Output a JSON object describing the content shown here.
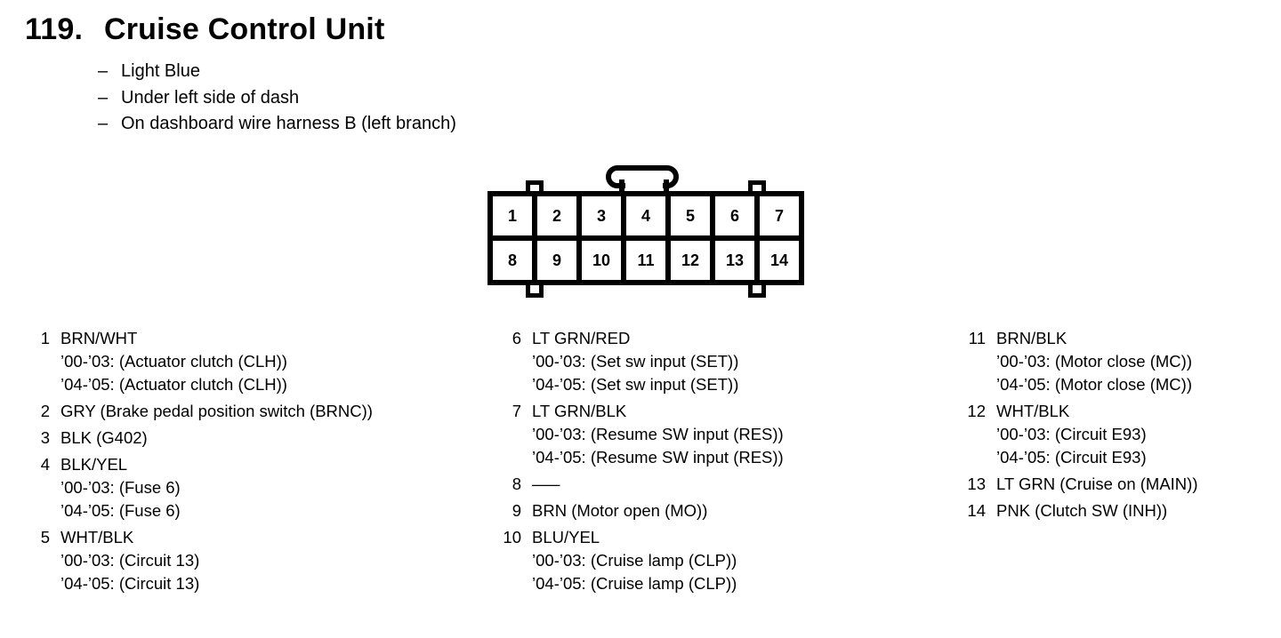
{
  "colors": {
    "ink": "#000000",
    "background": "#ffffff"
  },
  "header": {
    "number": "119.",
    "title": "Cruise Control Unit"
  },
  "note_dash": "–",
  "notes": [
    "Light Blue",
    "Under left side of dash",
    "On dashboard wire harness B (left branch)"
  ],
  "connector": {
    "rows": [
      [
        "1",
        "2",
        "3",
        "4",
        "5",
        "6",
        "7"
      ],
      [
        "8",
        "9",
        "10",
        "11",
        "12",
        "13",
        "14"
      ]
    ]
  },
  "pin_columns": [
    {
      "pins": [
        {
          "num": "1",
          "label": "BRN/WHT",
          "sublines": [
            "’00-’03: (Actuator clutch (CLH))",
            "’04-’05: (Actuator clutch (CLH))"
          ]
        },
        {
          "num": "2",
          "label": "GRY (Brake pedal position switch (BRNC))",
          "sublines": []
        },
        {
          "num": "3",
          "label": "BLK (G402)",
          "sublines": []
        },
        {
          "num": "4",
          "label": "BLK/YEL",
          "sublines": [
            "’00-’03: (Fuse 6)",
            "’04-’05: (Fuse 6)"
          ]
        },
        {
          "num": "5",
          "label": "WHT/BLK",
          "sublines": [
            "’00-’03: (Circuit 13)",
            "’04-’05: (Circuit 13)"
          ]
        }
      ]
    },
    {
      "pins": [
        {
          "num": "6",
          "label": "LT GRN/RED",
          "sublines": [
            "’00-’03: (Set sw input (SET))",
            "’04-’05: (Set sw input (SET))"
          ]
        },
        {
          "num": "7",
          "label": "LT GRN/BLK",
          "sublines": [
            "’00-’03: (Resume SW input (RES))",
            "’04-’05: (Resume SW input (RES))"
          ]
        },
        {
          "num": "8",
          "label": "—",
          "is_dash": true,
          "sublines": []
        },
        {
          "num": "9",
          "label": "BRN (Motor open (MO))",
          "sublines": []
        },
        {
          "num": "10",
          "label": "BLU/YEL",
          "sublines": [
            "’00-’03: (Cruise lamp (CLP))",
            "’04-’05: (Cruise lamp (CLP))"
          ]
        }
      ]
    },
    {
      "pins": [
        {
          "num": "11",
          "label": "BRN/BLK",
          "sublines": [
            "’00-’03: (Motor close (MC))",
            "’04-’05: (Motor close (MC))"
          ]
        },
        {
          "num": "12",
          "label": "WHT/BLK",
          "sublines": [
            "’00-’03: (Circuit E93)",
            "’04-’05: (Circuit E93)"
          ]
        },
        {
          "num": "13",
          "label": "LT GRN (Cruise on (MAIN))",
          "sublines": []
        },
        {
          "num": "14",
          "label": "PNK (Clutch SW (INH))",
          "sublines": []
        }
      ]
    }
  ]
}
